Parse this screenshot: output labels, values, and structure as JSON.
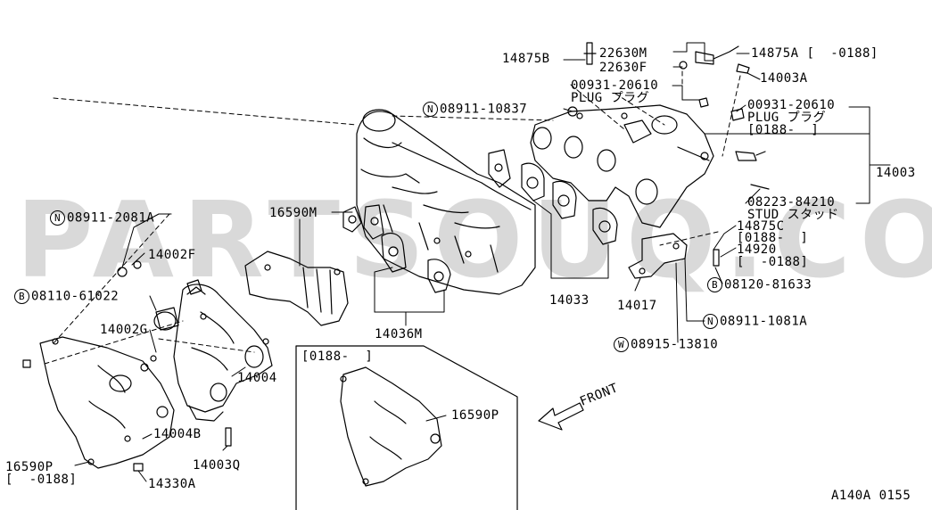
{
  "watermark": "PARTSOUQ.COM",
  "labels": {
    "l14875B": "14875B",
    "l22630M": "22630M",
    "l22630F": "22630F",
    "l14875A": "14875A [  -0188]",
    "l14003A": "14003A",
    "l00931a": "00931-20610",
    "l00931a_plug": "PLUG プラグ",
    "l00931b": "00931-20610",
    "l00931b_plug": "PLUG プラグ",
    "l00931b_range": "[0188-  ]",
    "l08911_10837": "08911-10837",
    "l14003": "14003",
    "l08223": "08223-84210",
    "l08223_stud": "STUD スタッド",
    "l14875C": "14875C",
    "l14875C_range": "[0188-  ]",
    "l14920": "14920",
    "l14920_range": "[  -0188]",
    "l08120": "08120-81633",
    "l08911_2081A": "08911-2081A",
    "l16590M": "16590M",
    "l14002F": "14002F",
    "l08110": "08110-61022",
    "l14002G": "14002G",
    "l14033": "14033",
    "l14017": "14017",
    "l08911_1081A": "08911-1081A",
    "l08915": "08915-13810",
    "l14036M": "14036M",
    "l14004": "14004",
    "l14004B": "14004B",
    "l16590P_a": "16590P",
    "l16590P_a_range": "[  -0188]",
    "l14330A": "14330A",
    "l14003Q": "14003Q",
    "inset_range": "[0188-  ]",
    "l16590P_b": "16590P",
    "front": "FRONT",
    "diagram_code": "A140A 0155"
  },
  "markers": {
    "N": "N",
    "B": "B",
    "W": "W"
  }
}
